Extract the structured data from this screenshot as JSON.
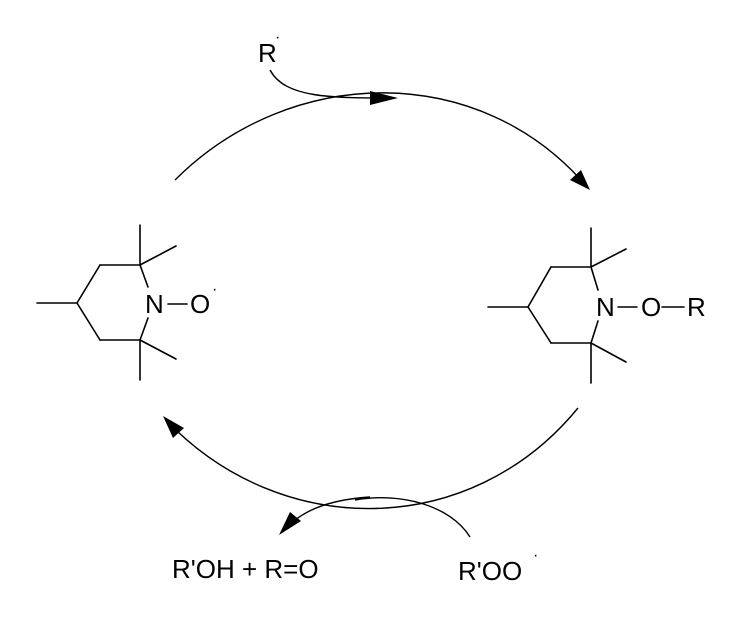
{
  "labels": {
    "radical_in": "R",
    "radical_dot": "·",
    "tempo_n": "N",
    "tempo_o": "O",
    "tempo_dot": "·",
    "adduct_n": "N",
    "adduct_o": "O",
    "adduct_r": "R",
    "products": "R'OH + R=O",
    "peroxy": "R'OO",
    "peroxy_dot": "·"
  }
}
